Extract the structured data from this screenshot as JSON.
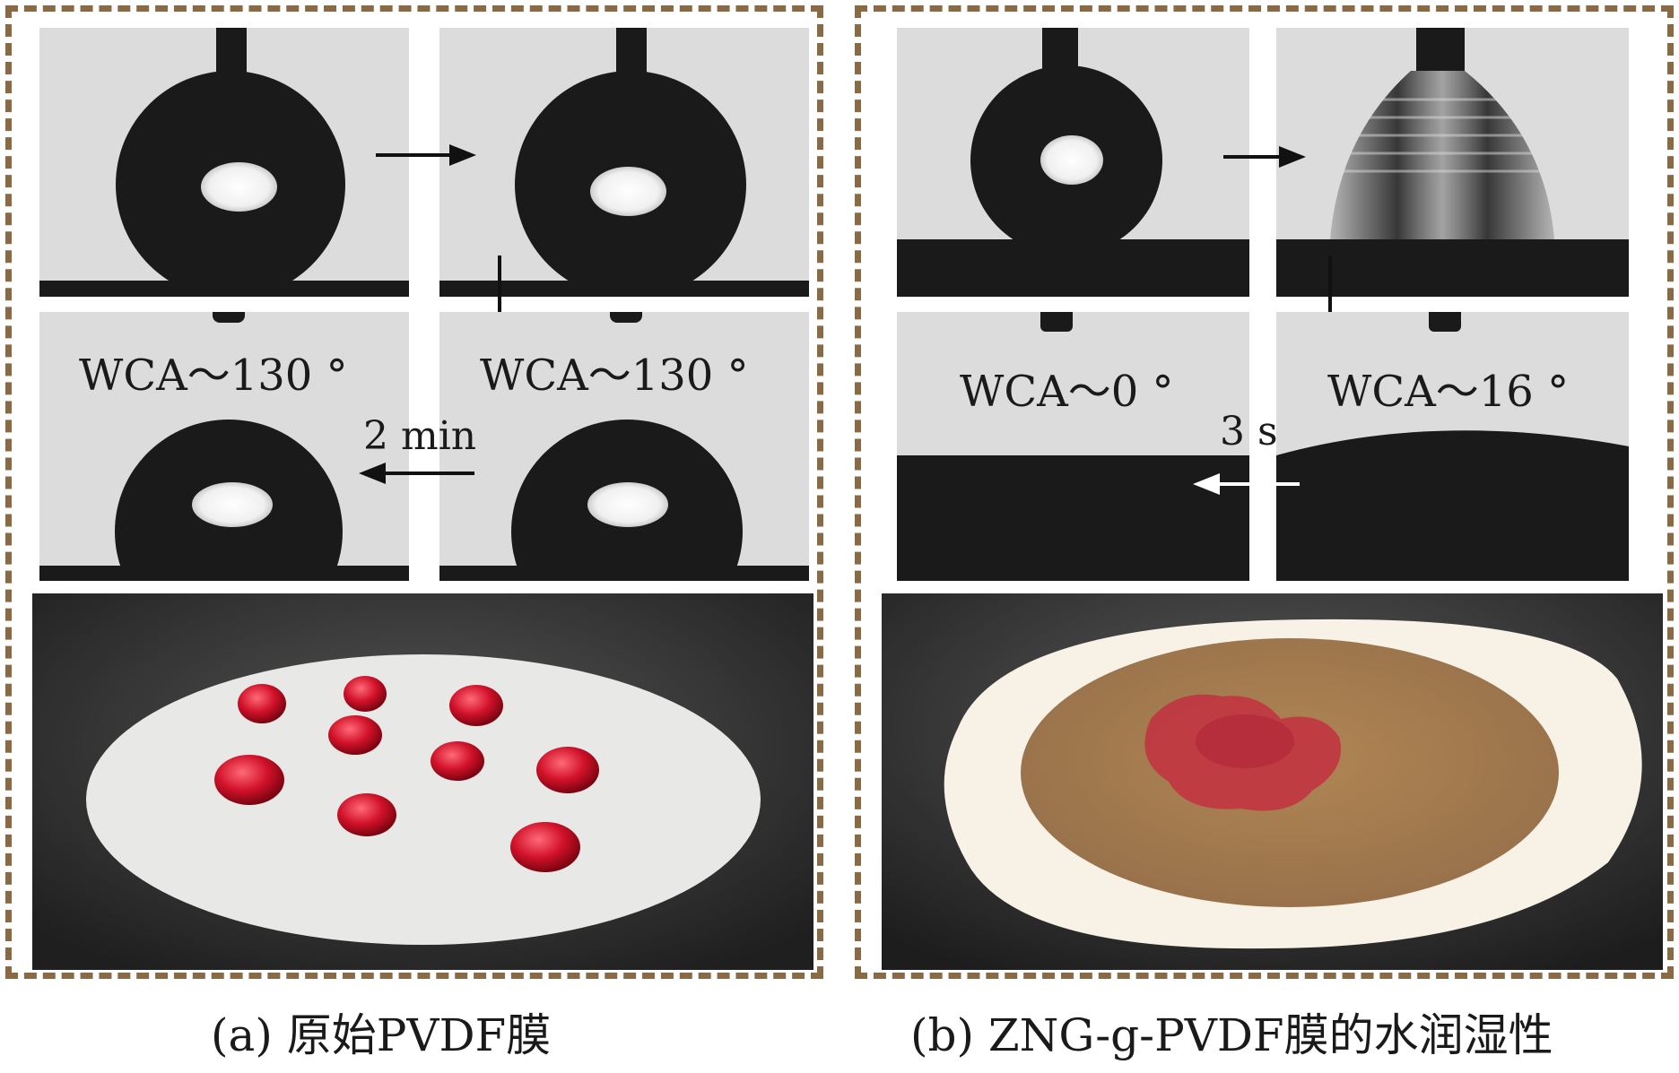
{
  "panel_a": {
    "labels": {
      "wca_left": "WCA～130 °",
      "wca_right": "WCA～130 °",
      "time": "2 min"
    },
    "caption": "(a) 原始PVDF膜",
    "photo": {
      "background": "#3a3a3a",
      "membrane_color": "#e8e8e6",
      "droplet_color": "#d2122a"
    }
  },
  "panel_b": {
    "labels": {
      "wca_left": "WCA～0 °",
      "wca_right": "WCA～16 °",
      "time": "3 s"
    },
    "caption": "(b) ZNG-g-PVDF膜的水润湿性",
    "photo": {
      "background": "#3a3a3a",
      "membrane_color": "#f7f1e6",
      "wet_area_color": "#a67c4e",
      "stain_color": "#c23040"
    }
  }
}
